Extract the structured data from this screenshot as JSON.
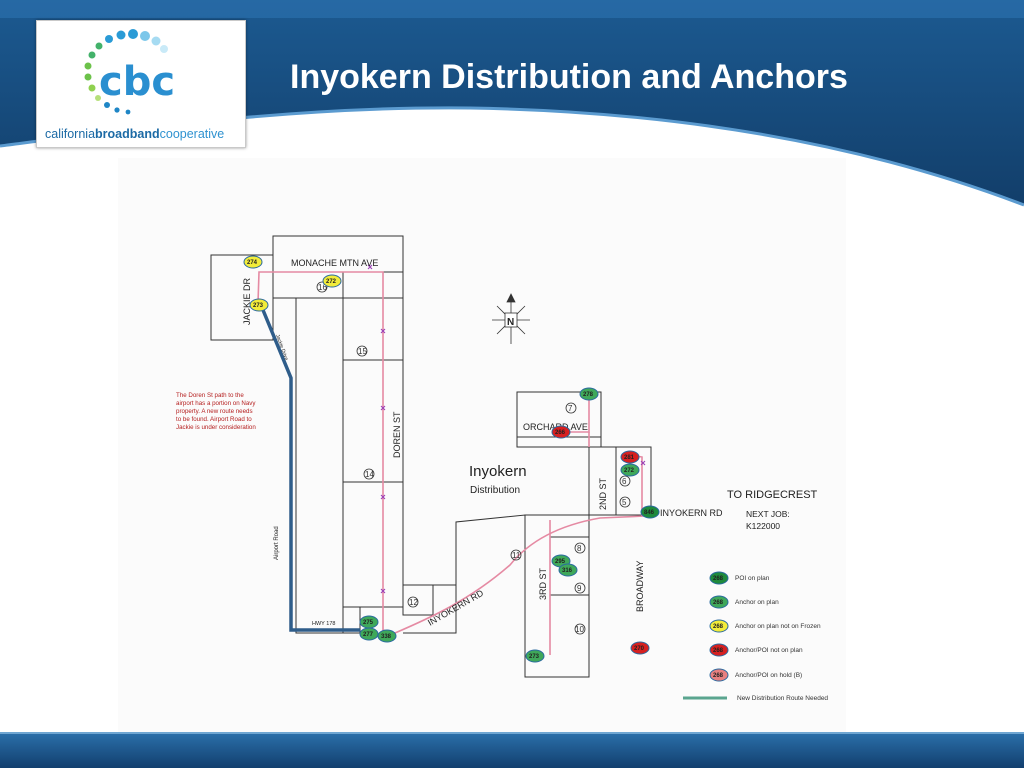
{
  "slide": {
    "title": "Inyokern Distribution and Anchors"
  },
  "logo": {
    "letters": "cbc",
    "text_part1": "california",
    "text_part2": "broadband",
    "text_part3": "cooperative"
  },
  "map": {
    "streets": {
      "monache": "MONACHE  MTN  AVE",
      "jackie": "JACKIE  DR",
      "doren": "DOREN  ST",
      "orchard": "ORCHARD  AVE",
      "second": "2ND  ST",
      "third": "3RD  ST",
      "broadway": "BROADWAY",
      "inyokern_rd_east": "INYOKERN  RD",
      "inyokern_rd_diag": "INYOKERN  RD",
      "airport_road": "Airport Road",
      "jackie_drive_small": "Jackie Drive",
      "hwy": "HWY 178"
    },
    "distribution_title": "Inyokern",
    "distribution_sub": "Distribution",
    "to_ridgecrest": "TO  RIDGECREST",
    "next_job_1": "NEXT  JOB:",
    "next_job_2": "K122000",
    "compass_letter": "N",
    "note": [
      "The Doren St path to the",
      "airport has a portion on Navy",
      "property.  A new route needs",
      "to be found.  Airport Road to",
      "Jackie is under consideration"
    ],
    "block_numbers": {
      "n15": "15",
      "n16": "16",
      "n14": "14",
      "n12": "12",
      "n11": "11",
      "n7": "7",
      "n6": "6",
      "n5": "5",
      "n8": "8",
      "n9": "9",
      "n10": "10"
    },
    "markers": {
      "m274": "274",
      "m273_jackie": "273",
      "m272_monache": "272",
      "m275_hwy": "275",
      "m277_hwy": "277",
      "m338": "338",
      "m278_orchard": "278",
      "m266_orchard": "266",
      "m281": "281",
      "m272_2nd": "272",
      "m846": "846",
      "m295": "295",
      "m316": "316",
      "m273_3rd": "273",
      "m270_broadway": "270"
    },
    "legend": [
      {
        "label": "POI on plan",
        "sample": "268",
        "color": "#1f8a3c"
      },
      {
        "label": "Anchor on plan",
        "sample": "268",
        "color": "#3fa85a"
      },
      {
        "label": "Anchor on plan not on Frozen",
        "sample": "268",
        "color": "#f2ec3a"
      },
      {
        "label": "Anchor/POI not on plan",
        "sample": "268",
        "color": "#d62020"
      },
      {
        "label": "Anchor/POI on hold (B)",
        "sample": "268",
        "color": "#e88080"
      },
      {
        "label": "New Distribution Route Needed",
        "color": "#5aa58f"
      }
    ]
  },
  "colors": {
    "banner": "#164a7c",
    "route_pink": "#e58aa3",
    "new_route": "#2f5d8a",
    "x_mark": "#9b3fb5"
  }
}
